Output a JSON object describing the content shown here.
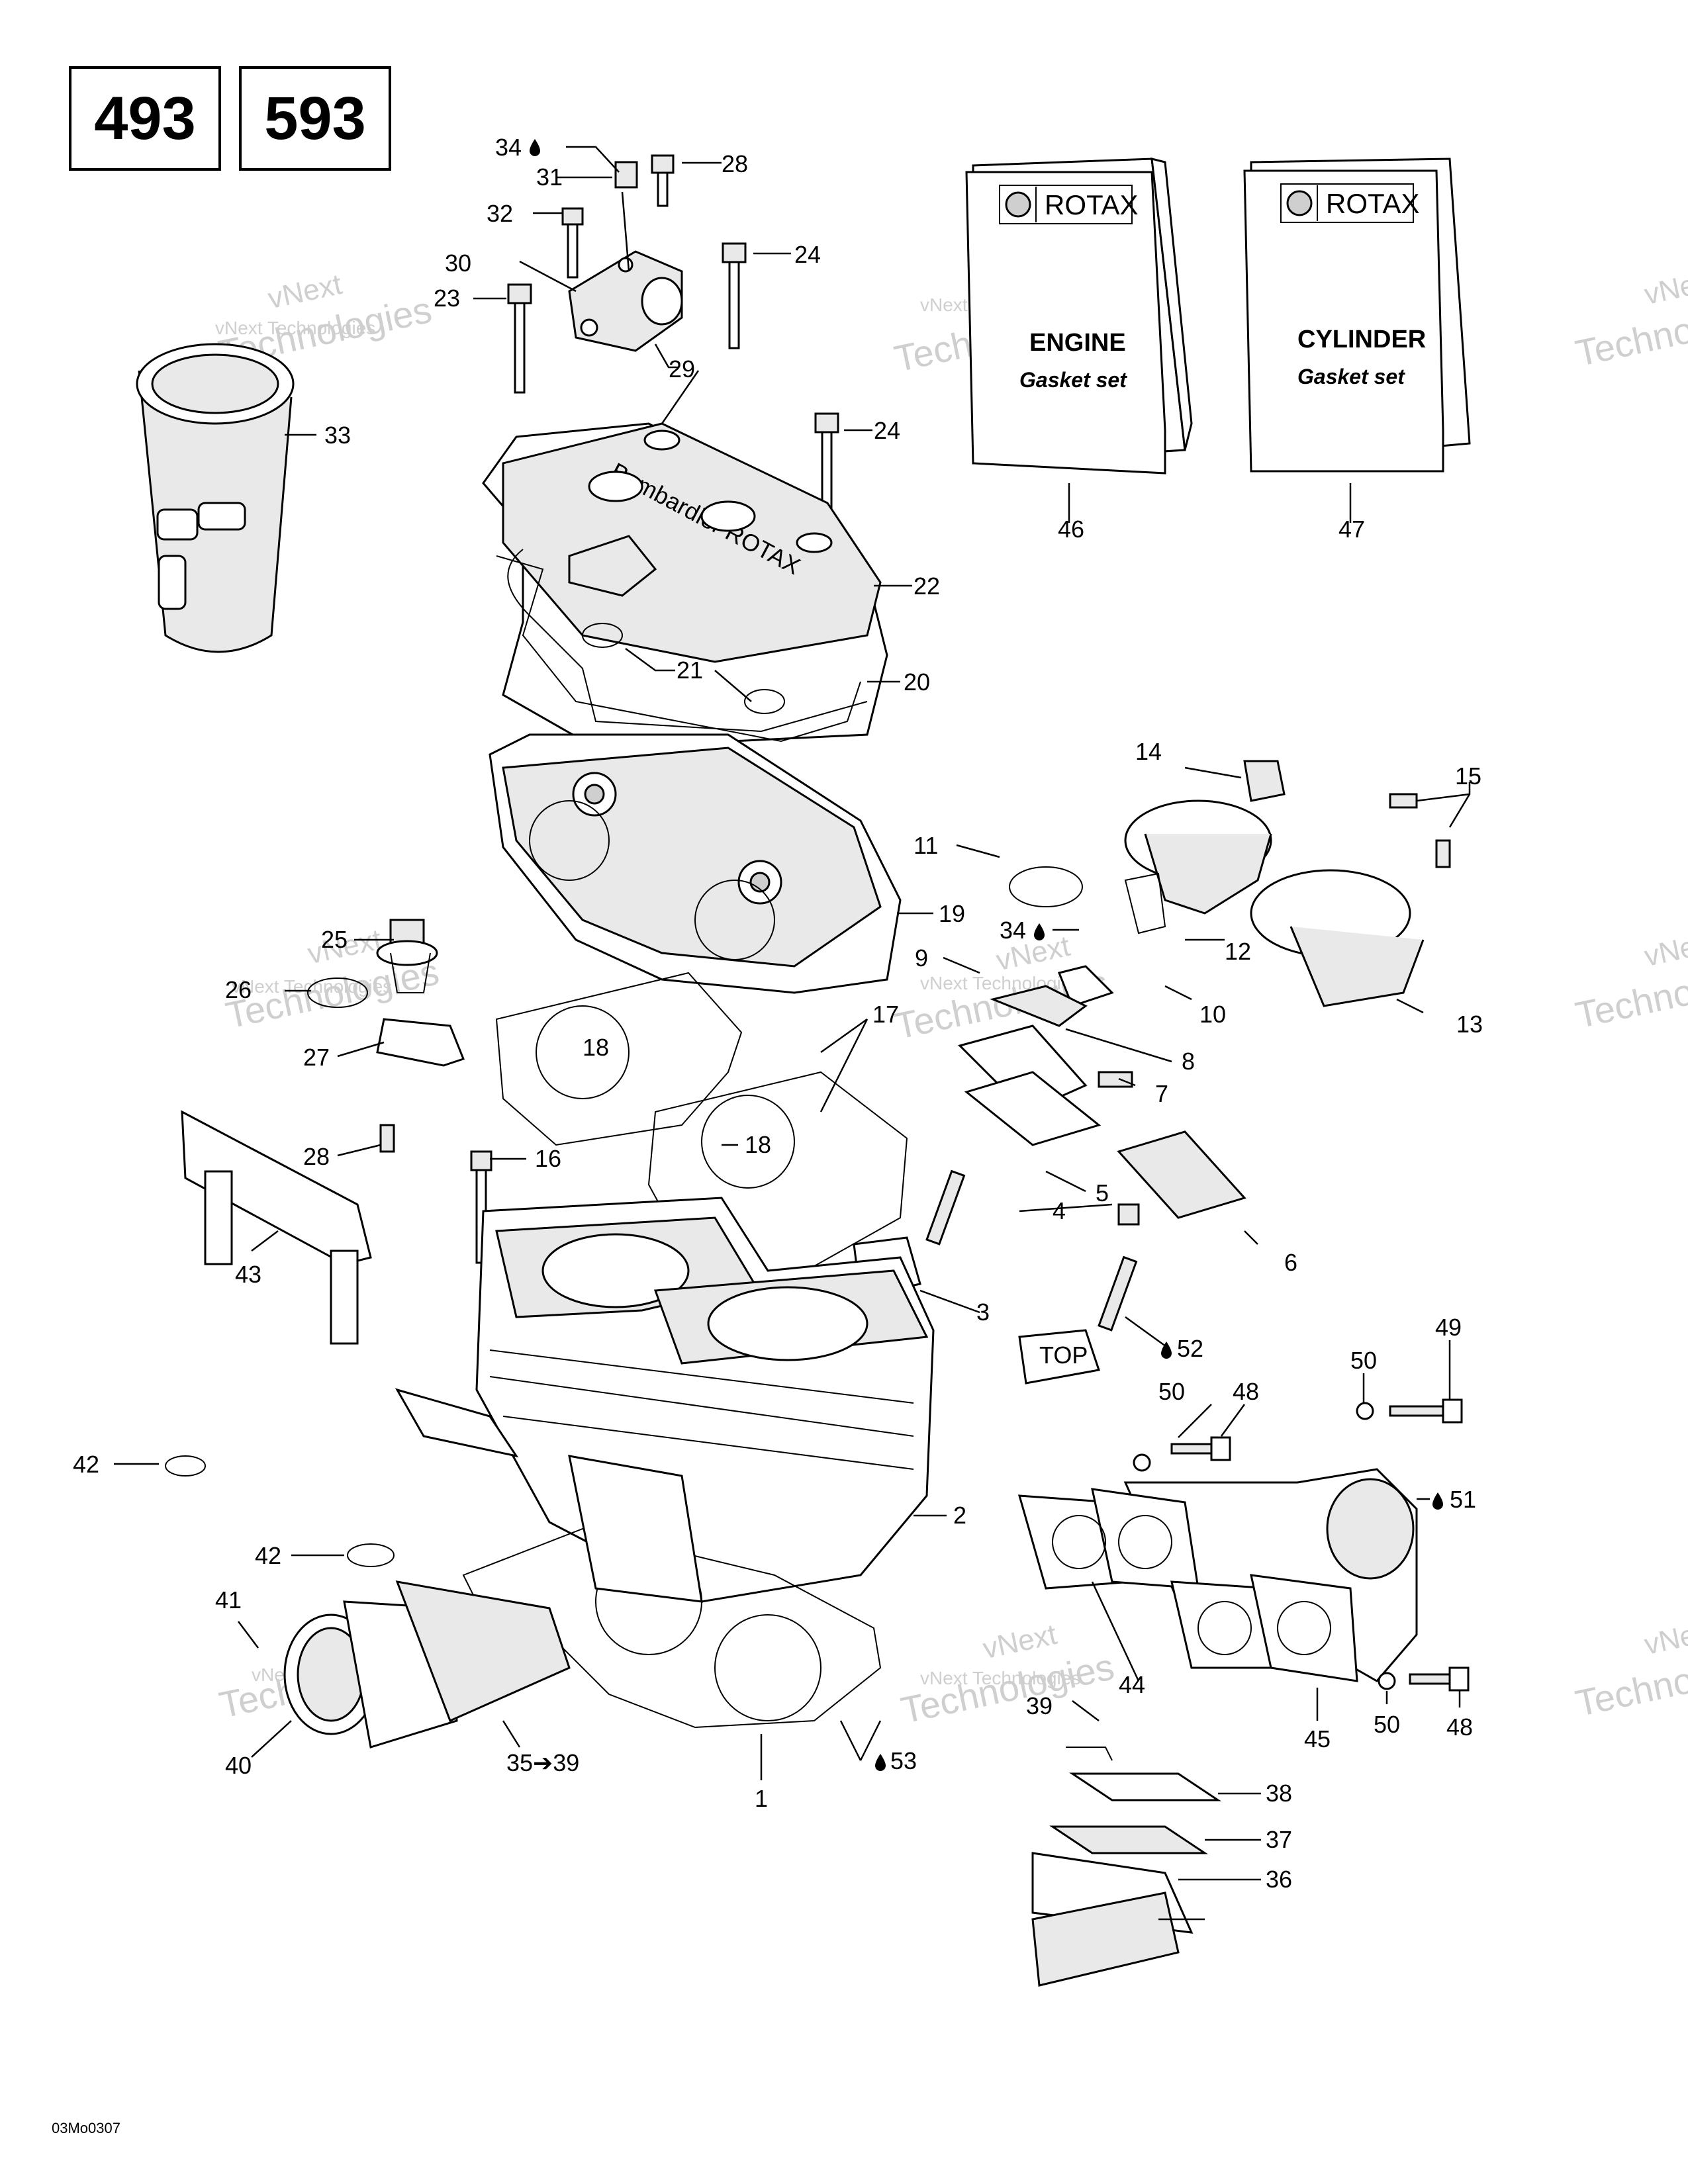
{
  "models": [
    "493",
    "593"
  ],
  "footer": "03Mo0307",
  "watermark": {
    "line1": "vNext",
    "line2": "Technologies",
    "full": "vNext Technologies"
  },
  "kits": {
    "engine": {
      "brand": "ROTAX",
      "title": "ENGINE",
      "subtitle": "Gasket set",
      "number": "46"
    },
    "cylinder": {
      "brand": "ROTAX",
      "title": "CYLINDER",
      "subtitle": "Gasket set",
      "number": "47"
    }
  },
  "head_cover_lettering": "Bombardier ROTAX",
  "piston_marking": "TOP",
  "callouts": {
    "c34a": "34",
    "c31": "31",
    "c28a": "28",
    "c32": "32",
    "c24a": "24",
    "c30": "30",
    "c23": "23",
    "c29": "29",
    "c33": "33",
    "c24b": "24",
    "c22": "22",
    "c21": "21",
    "c20": "20",
    "c14": "14",
    "c15": "15",
    "c11": "11",
    "c19": "19",
    "c34b": "34",
    "c25": "25",
    "c26": "26",
    "c9": "9",
    "c12": "12",
    "c10": "10",
    "c13": "13",
    "c17": "17",
    "c18a": "18",
    "c27": "27",
    "c8": "8",
    "c28b": "28",
    "c7": "7",
    "c16": "16",
    "c18b": "18",
    "c5": "5",
    "c4": "4",
    "c6": "6",
    "c43": "43",
    "c3": "3",
    "c52": "52",
    "c49": "49",
    "c50a": "50",
    "c48a": "48",
    "c50b": "50",
    "c42a": "42",
    "c51": "51",
    "c2": "2",
    "c42b": "42",
    "c41": "41",
    "c44": "44",
    "c39": "39",
    "c45": "45",
    "c50c": "50",
    "c48b": "48",
    "c40": "40",
    "c35": "35➔39",
    "c53": "53",
    "c1": "1",
    "c38": "38",
    "c37": "37",
    "c36": "36"
  }
}
